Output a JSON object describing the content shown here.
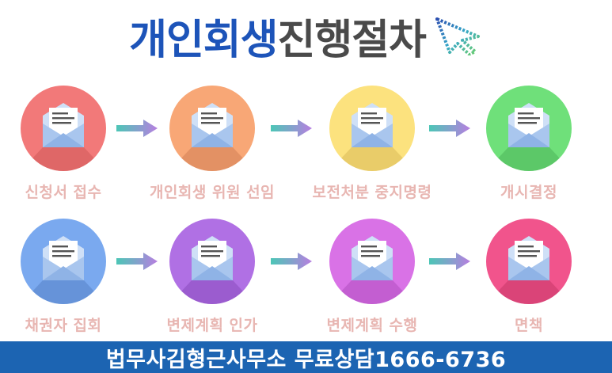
{
  "title": {
    "part1": "개인회생",
    "part2": "진행절차"
  },
  "steps": [
    {
      "label": "신청서 접수",
      "color": "#f27979",
      "shade": "#cf5a5a"
    },
    {
      "label": "개인회생 위원 선임",
      "color": "#f8a776",
      "shade": "#d28055"
    },
    {
      "label": "보전처분 중지명령",
      "color": "#fce27e",
      "shade": "#d8ba57"
    },
    {
      "label": "개시결정",
      "color": "#6fe07a",
      "shade": "#4db55a"
    },
    {
      "label": "채권자 집회",
      "color": "#7aa9ef",
      "shade": "#5682c6"
    },
    {
      "label": "변제계획 인가",
      "color": "#b070e4",
      "shade": "#8a4cbe"
    },
    {
      "label": "변제계획 수행",
      "color": "#d972e6",
      "shade": "#b14ec0"
    },
    {
      "label": "면책",
      "color": "#f1548c",
      "shade": "#c73668"
    }
  ],
  "label_color": "#e8b6b2",
  "footer": {
    "text": "법무사김형근사무소 무료상담1666-6736"
  }
}
